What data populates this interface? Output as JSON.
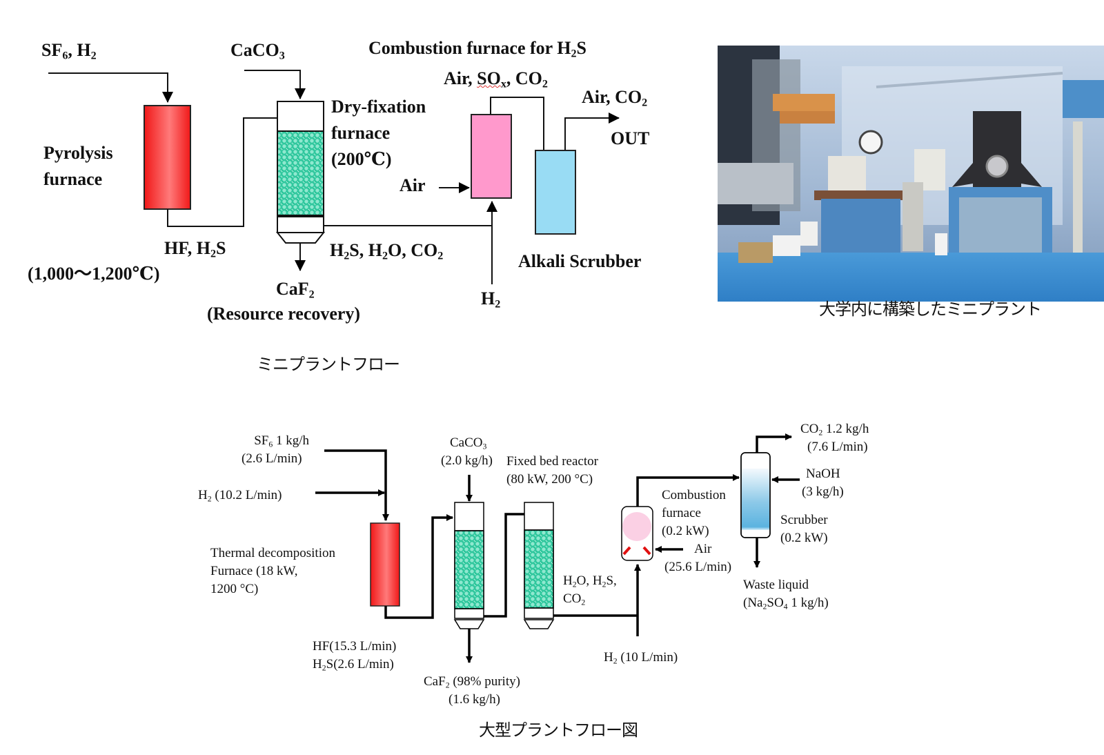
{
  "mini_plant": {
    "caption": "ミニプラントフロー",
    "labels": {
      "feed_sf6": "SF",
      "feed_sf6_sub": "6",
      "feed_h2": ", H",
      "feed_h2_sub": "2",
      "caco3": "CaCO",
      "caco3_sub": "3",
      "pyrolysis_line1": "Pyrolysis",
      "pyrolysis_line2": "furnace",
      "pyrolysis_temp": "(1,000～1,200℃)",
      "hf_h2s_a": "HF, H",
      "hf_h2s_sub": "2",
      "hf_h2s_b": "S",
      "dry_fix_line1": "Dry-fixation",
      "dry_fix_line2": "furnace",
      "dry_fix_temp": "(200℃)",
      "caf2": "CaF",
      "caf2_sub": "2",
      "resource_recovery": "(Resource recovery)",
      "outlet_gas_a": "H",
      "outlet_gas_b": "S, H",
      "outlet_gas_c": "O, CO",
      "outlet_gas_sub": "2",
      "combustion_title_a": "Combustion furnace for H",
      "combustion_title_sub": "2",
      "combustion_title_b": "S",
      "air_sox_a": "Air, ",
      "air_sox_b": "SO",
      "air_sox_sub": "x",
      "air_sox_c": ", CO",
      "air_sox_sub2": "2",
      "air_in": "Air",
      "h2_in": "H",
      "h2_in_sub": "2",
      "out_gas_a": "Air, CO",
      "out_gas_sub": "2",
      "out": "OUT",
      "scrubber": "Alkali Scrubber"
    },
    "colors": {
      "pyrolysis": "#ff3b3b",
      "packed_bed": "#2fd1a6",
      "combustion": "#ff99cc",
      "scrubber": "#99dcf4"
    }
  },
  "photo": {
    "caption": "大学内に構築したミニプラント",
    "description": "laboratory mini plant photo"
  },
  "large_plant": {
    "caption": "大型プラントフロー図",
    "labels": {
      "sf6_a": "SF",
      "sf6_sub": "6",
      "sf6_b": " 1 kg/h",
      "sf6_flow": "(2.6 L/min)",
      "h2_a": "H",
      "h2_sub": "2",
      "h2_b": " (10.2 L/min)",
      "thermal_line1": "Thermal decomposition",
      "thermal_line2": "Furnace (18 kW,",
      "thermal_line3": "1200 °C)",
      "hf_flow": "HF(15.3 L/min)",
      "h2s_a": "H",
      "h2s_sub": "2",
      "h2s_b": "S(2.6 L/min)",
      "caco3_a": "CaCO",
      "caco3_sub": "3",
      "caco3_flow": "(2.0 kg/h)",
      "fixed_bed_line1": "Fixed bed reactor",
      "fixed_bed_line2": "(80 kW,  200 °C)",
      "caf2_a": "CaF",
      "caf2_sub": "2",
      "caf2_b": " (98% purity)",
      "caf2_flow": "(1.6 kg/h)",
      "gas_a": "H",
      "gas_sub1": "2",
      "gas_b": "O, H",
      "gas_sub2": "2",
      "gas_c": "S,",
      "gas_d": "CO",
      "gas_sub3": "2",
      "h2_feed_a": "H",
      "h2_feed_sub": "2",
      "h2_feed_b": " (10 L/min)",
      "combustion_line1": "Combustion",
      "combustion_line2": "furnace",
      "combustion_line3": "(0.2 kW)",
      "air": "Air",
      "air_flow": "(25.6 L/min)",
      "co2_a": "CO",
      "co2_sub": "2",
      "co2_b": " 1.2 kg/h",
      "co2_flow": "(7.6 L/min)",
      "naoh": "NaOH",
      "naoh_flow": "(3 kg/h)",
      "scrubber": "Scrubber",
      "scrubber_power": "(0.2 kW)",
      "waste": "Waste liquid",
      "waste_a": "(Na",
      "waste_sub1": "2",
      "waste_b": "SO",
      "waste_sub2": "4",
      "waste_c": " 1 kg/h)"
    }
  }
}
